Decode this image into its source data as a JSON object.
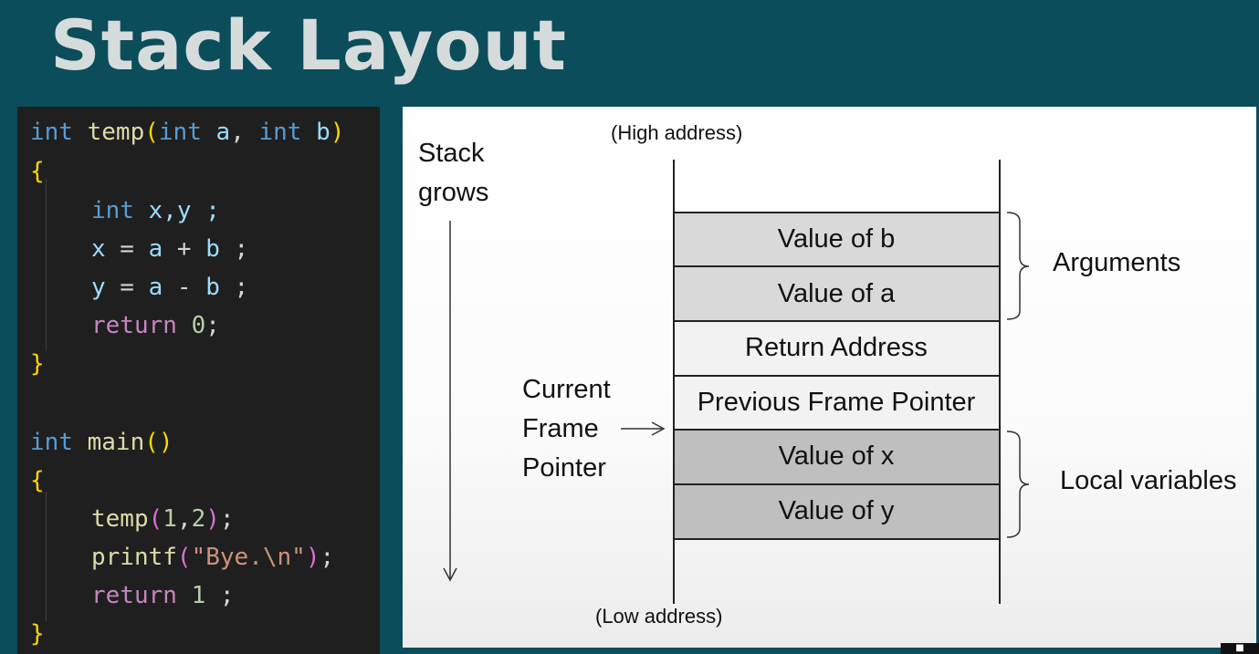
{
  "title": "Stack Layout",
  "code": {
    "line1": {
      "t1": "int",
      "t2": " temp",
      "t3": "(",
      "t4": "int",
      "t5": " a",
      "t6": ",",
      "t7": " int",
      "t8": " b",
      "t9": ")"
    },
    "line2": "{",
    "line3": {
      "t1": "int",
      "t2": " x,y ;"
    },
    "line4": {
      "t1": "x",
      "t2": " = ",
      "t3": "a",
      "t4": " + ",
      "t5": "b",
      "t6": " ;"
    },
    "line5": {
      "t1": "y",
      "t2": " = ",
      "t3": "a",
      "t4": " - ",
      "t5": "b",
      "t6": " ;"
    },
    "line6": {
      "t1": "return",
      "t2": " 0",
      "t3": ";"
    },
    "line7": "}",
    "line8": {
      "t1": "int",
      "t2": " main",
      "t3": "()"
    },
    "line9": "{",
    "line10": {
      "t1": "temp",
      "t2": "(",
      "t3": "1",
      "t4": ",",
      "t5": "2",
      "t6": ")",
      "t7": ";"
    },
    "line11": {
      "t1": "printf",
      "t2": "(",
      "t3": "\"Bye.\\n\"",
      "t4": ")",
      "t5": ";"
    },
    "line12": {
      "t1": "return",
      "t2": " 1",
      "t3": " ;"
    },
    "line13": "}"
  },
  "diagram": {
    "stack_grows_1": "Stack",
    "stack_grows_2": "grows",
    "high_address": "(High address)",
    "low_address": "(Low address)",
    "cells": [
      "Value of b",
      "Value of a",
      "Return Address",
      "Previous Frame Pointer",
      "Value of x",
      "Value of y"
    ],
    "arguments_label": "Arguments",
    "locals_label": "Local variables",
    "fp_1": "Current",
    "fp_2": "Frame",
    "fp_3": "Pointer"
  },
  "colors": {
    "background": "#0b4d5a",
    "arguments_cell": "#d9d9d9",
    "middle_cell": "#f2f2f2",
    "locals_cell": "#bfbfbf"
  }
}
